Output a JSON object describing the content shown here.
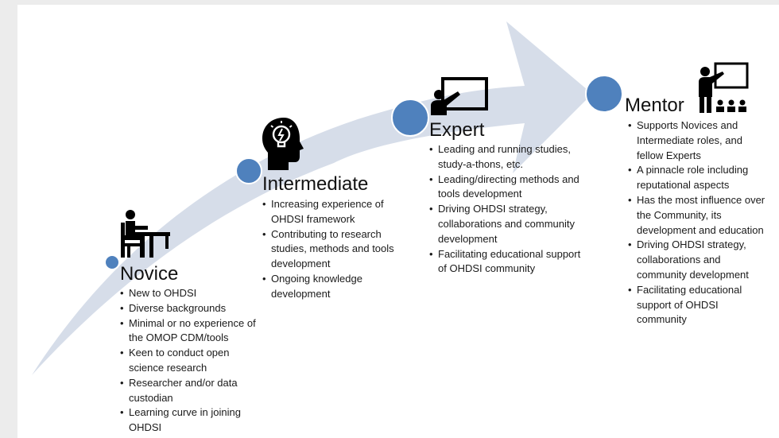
{
  "colors": {
    "arrow_fill": "#d6dde9",
    "dot_fill": "#4f81bd",
    "dot_stroke": "#ffffff",
    "icon": "#000000"
  },
  "stages": [
    {
      "title": "Novice",
      "icon": "person-at-desk-icon",
      "bullets": [
        "New to OHDSI",
        "Diverse backgrounds",
        "Minimal or no experience of the OMOP CDM/tools",
        "Keen to conduct open science research",
        "Researcher and/or data custodian",
        "Learning curve in joining OHDSI"
      ]
    },
    {
      "title": "Intermediate",
      "icon": "head-lightbulb-icon",
      "bullets": [
        "Increasing experience of OHDSI framework",
        "Contributing to research studies, methods and tools development",
        "Ongoing knowledge development"
      ]
    },
    {
      "title": "Expert",
      "icon": "person-presenting-icon",
      "bullets": [
        "Leading and running studies, study-a-thons, etc.",
        "Leading/directing methods and tools development",
        "Driving OHDSI strategy, collaborations and community development",
        "Facilitating educational support of OHDSI community"
      ]
    },
    {
      "title": "Mentor",
      "icon": "teacher-classroom-icon",
      "bullets": [
        "Supports Novices and Intermediate roles, and fellow Experts",
        "A pinnacle role including reputational aspects",
        "Has the most influence over the Community, its development and education",
        "Driving OHDSI strategy, collaborations and community development",
        "Facilitating educational support of OHDSI community"
      ]
    }
  ]
}
